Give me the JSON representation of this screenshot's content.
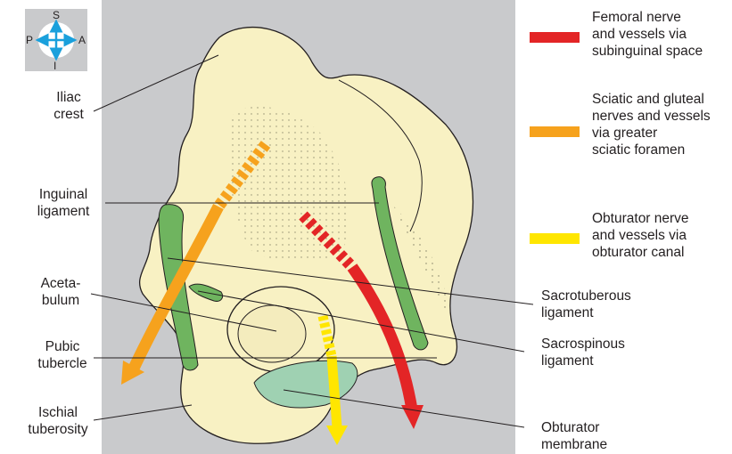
{
  "compass": {
    "superior": "S",
    "inferior": "I",
    "posterior": "P",
    "anterior": "A"
  },
  "labels": {
    "iliac_crest": "Iliac\ncrest",
    "inguinal_ligament": "Inguinal\nligament",
    "acetabulum": "Aceta-\nbulum",
    "pubic_tubercle": "Pubic\ntubercle",
    "ischial_tuberosity": "Ischial\ntuberosity",
    "sacrotuberous_ligament": "Sacrotuberous\nligament",
    "sacrospinous_ligament": "Sacrospinous\nligament",
    "obturator_membrane": "Obturator\nmembrane"
  },
  "legend": [
    {
      "text": "Femoral nerve\nand vessels via\nsubinguinal space",
      "color": "#e32526"
    },
    {
      "text": "Sciatic and gluteal\nnerves and vessels\nvia greater\nsciatic foramen",
      "color": "#f6a21d"
    },
    {
      "text": "Obturator nerve\nand vessels via\nobturator canal",
      "color": "#ffe600"
    }
  ],
  "colors": {
    "bone": "#f8f1c3",
    "ligament": "#6fb45f",
    "membrane": "#9fd1b2",
    "background": "#c9cacc"
  }
}
